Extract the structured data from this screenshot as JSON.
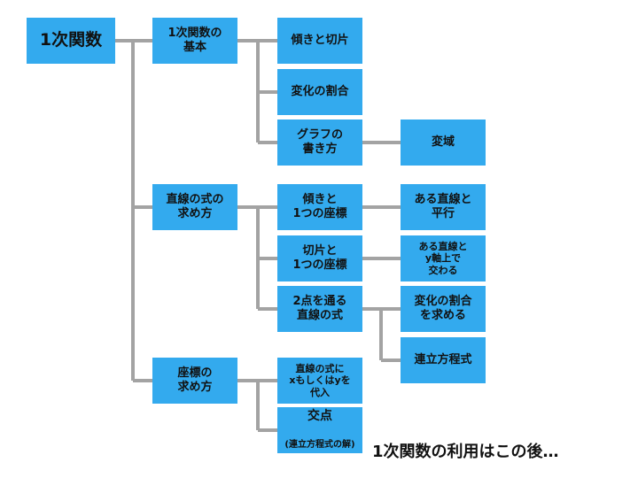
{
  "colors": {
    "node_fill": "#33aaee",
    "connector": "#a3a3a3",
    "text": "#111111"
  },
  "root": {
    "label": "1次関数"
  },
  "branches": [
    {
      "label": "1次関数の\n基本",
      "children": [
        {
          "label": "傾きと切片"
        },
        {
          "label": "変化の割合"
        },
        {
          "label": "グラフの\n書き方",
          "children": [
            {
              "label": "変域"
            }
          ]
        }
      ]
    },
    {
      "label": "直線の式の\n求め方",
      "children": [
        {
          "label": "傾きと\n1つの座標",
          "children": [
            {
              "label": "ある直線と\n平行"
            }
          ]
        },
        {
          "label": "切片と\n1つの座標",
          "children": [
            {
              "label": "ある直線と\ny軸上で\n交わる"
            }
          ]
        },
        {
          "label": "2点を通る\n直線の式",
          "children": [
            {
              "label": "変化の割合\nを求める"
            },
            {
              "label": "連立方程式"
            }
          ]
        }
      ]
    },
    {
      "label": "座標の\n求め方",
      "children": [
        {
          "label": "直線の式に\nxもしくはyを\n代入"
        },
        {
          "label": "交点",
          "sublabel": "(連立方程式の解)"
        }
      ]
    }
  ],
  "footnote": "1次関数の利用はこの後…"
}
